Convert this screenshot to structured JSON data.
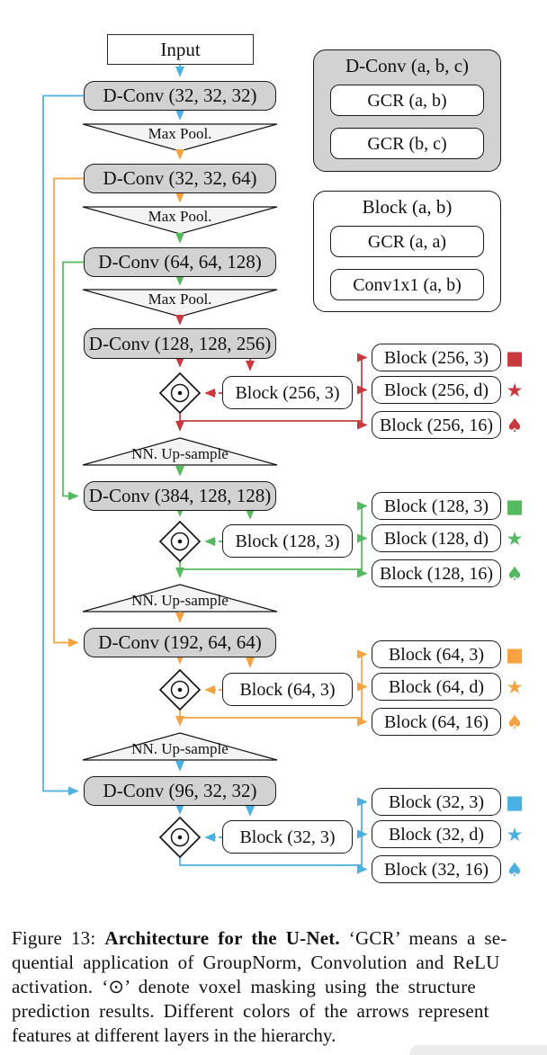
{
  "colors": {
    "blue": "#4aafe1",
    "orange": "#f5a340",
    "green": "#55b95f",
    "red": "#c8393e",
    "boxFill": "#d2d2d2",
    "triFill": "#f4f4f4"
  },
  "nodes": {
    "input": "Input",
    "maxpool": "Max Pool.",
    "upsample": "NN. Up-sample",
    "mask": "⊙"
  },
  "encoder": [
    "D-Conv (32, 32, 32)",
    "D-Conv (32, 32, 64)",
    "D-Conv (64, 64, 128)",
    "D-Conv (128, 128, 256)"
  ],
  "decoder": [
    "D-Conv (384, 128, 128)",
    "D-Conv (192, 64, 64)",
    "D-Conv (96, 32, 32)"
  ],
  "levels": [
    {
      "channels": 256,
      "color": "#c8393e",
      "inline": "Block (256, 3)",
      "blocks": [
        "Block (256, 3)",
        "Block (256, d)",
        "Block (256, 16)"
      ],
      "suits": [
        "■",
        "★",
        "♠"
      ]
    },
    {
      "channels": 128,
      "color": "#55b95f",
      "inline": "Block (128, 3)",
      "blocks": [
        "Block (128, 3)",
        "Block (128, d)",
        "Block (128, 16)"
      ],
      "suits": [
        "■",
        "★",
        "♠"
      ]
    },
    {
      "channels": 64,
      "color": "#f5a340",
      "inline": "Block (64, 3)",
      "blocks": [
        "Block (64, 3)",
        "Block (64, d)",
        "Block (64, 16)"
      ],
      "suits": [
        "■",
        "★",
        "♠"
      ]
    },
    {
      "channels": 32,
      "color": "#4aafe1",
      "inline": "Block (32, 3)",
      "blocks": [
        "Block (32, 3)",
        "Block (32, d)",
        "Block (32, 16)"
      ],
      "suits": [
        "■",
        "★",
        "♠"
      ]
    }
  ],
  "legend_dconv": {
    "title": "D-Conv (a, b, c)",
    "row1": "GCR (a, b)",
    "row2": "GCR (b, c)"
  },
  "legend_block": {
    "title": "Block (a, b)",
    "row1": "GCR (a, a)",
    "row2": "Conv1x1 (a, b)"
  },
  "caption": {
    "prefix": "Figure 13: ",
    "bold": "Architecture for the U-Net.",
    "line1_rest": " ‘GCR’ means a se-",
    "line2": "quential application of GroupNorm, Convolution and ReLU",
    "line3": "activation.  ‘⊙’ denote voxel masking using the structure",
    "line4": "prediction results. Different colors of the arrows represent",
    "line5": "features at different layers in the hierarchy."
  }
}
